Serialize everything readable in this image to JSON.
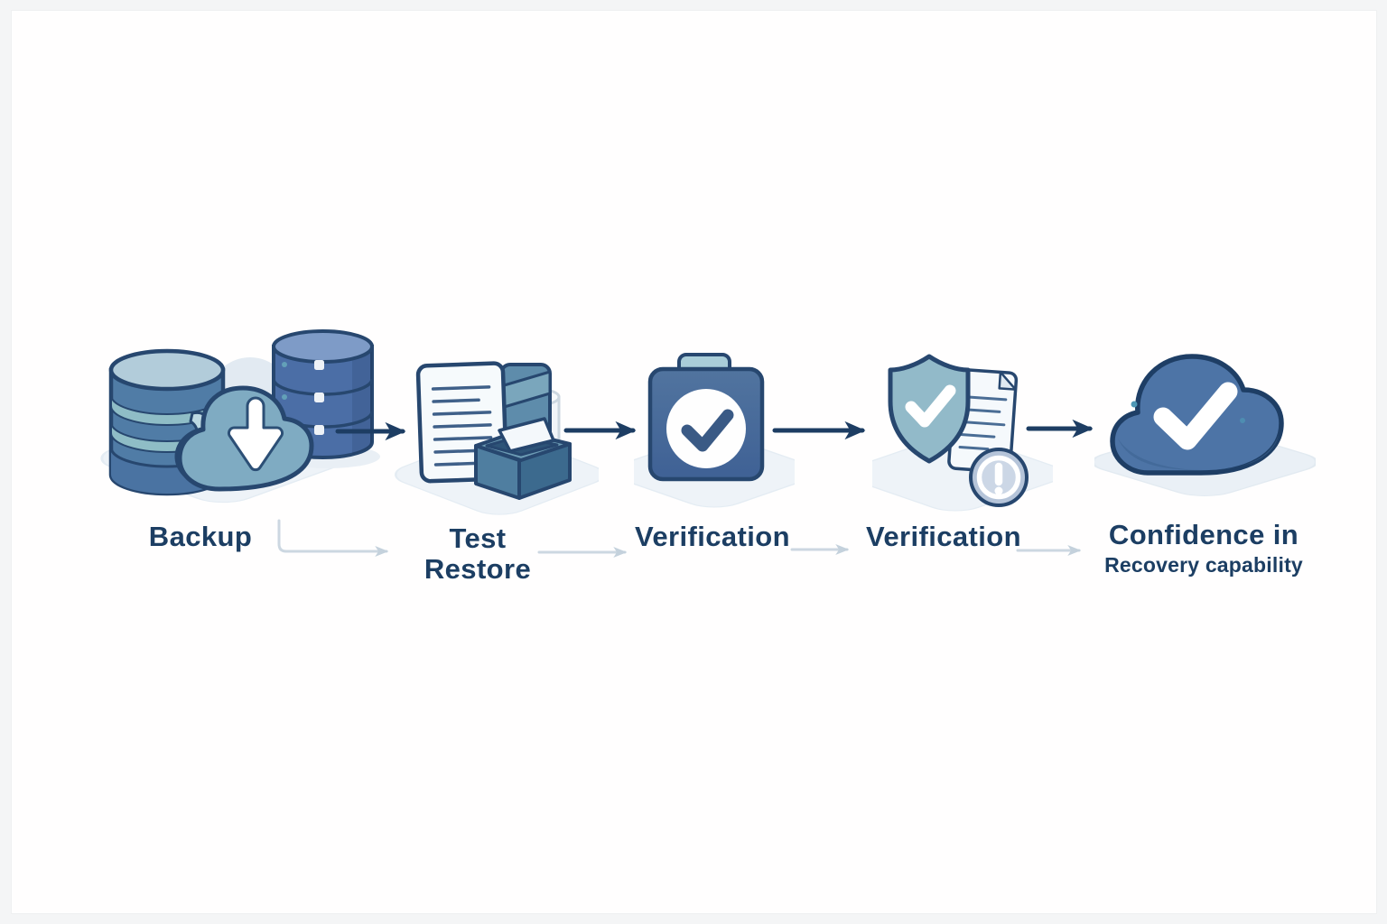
{
  "page": {
    "background_color": "#f4f5f6",
    "canvas_color": "#fffefe"
  },
  "diagram": {
    "type": "flow",
    "flow_direction": "left-to-right",
    "steps": [
      {
        "label": "Backup",
        "sublabel": "",
        "icon": "databases-cloud-download-icon"
      },
      {
        "label": "Test",
        "sublabel": "Restore",
        "icon": "document-restore-box-icon"
      },
      {
        "label": "Verification",
        "sublabel": "",
        "icon": "clipboard-check-icon"
      },
      {
        "label": "Verification",
        "sublabel": "",
        "icon": "shield-check-report-icon"
      },
      {
        "label": "Confidence in",
        "sublabel": "Recovery capability",
        "icon": "cloud-check-icon"
      }
    ],
    "colors": {
      "text": "#1c3e63",
      "outline": "#27476f",
      "arrow_dark": "#1d3d63",
      "arrow_light": "#c9d5e0",
      "blue_primary": "#4b6ea6",
      "blue_steel": "#507ca6",
      "teal_band": "#8fbdc6",
      "teal_cloud": "#7fabc2",
      "shield_teal": "#92bac9",
      "cloud_blue": "#4d74a6",
      "platform": "#eef3f8"
    }
  }
}
